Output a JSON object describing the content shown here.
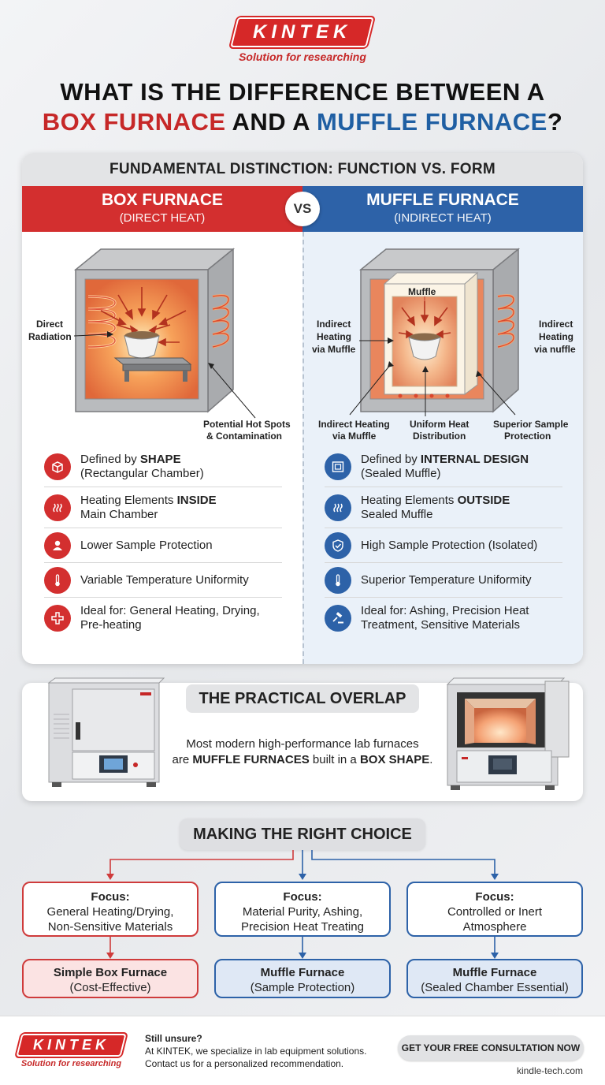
{
  "brand": {
    "name": "KINTEK",
    "tagline": "Solution for researching",
    "red": "#d32f2f",
    "blue": "#2d62a8"
  },
  "title": {
    "line1": "WHAT IS THE DIFFERENCE BETWEEN A",
    "box": "BOX FURNACE",
    "and": " AND A ",
    "muffle": "MUFFLE FURNACE",
    "q": "?"
  },
  "compare": {
    "heading": "FUNDAMENTAL DISTINCTION: FUNCTION VS. FORM",
    "vs": "VS",
    "left": {
      "name": "BOX FURNACE",
      "sub": "(DIRECT HEAT)",
      "labels": {
        "direct1": "Direct",
        "direct2": "Radiation",
        "hot1": "Potential Hot Spots",
        "hot2": "& Contamination"
      },
      "features": [
        {
          "pre": "Defined by ",
          "bold": "SHAPE",
          "rest": "",
          "line2": "(Rectangular Chamber)",
          "icon": "cube-icon"
        },
        {
          "pre": "Heating Elements ",
          "bold": "INSIDE",
          "rest": "",
          "line2": "Main Chamber",
          "icon": "heat-waves-icon"
        },
        {
          "pre": "Lower Sample Protection",
          "bold": "",
          "rest": "",
          "line2": "",
          "icon": "person-icon"
        },
        {
          "pre": "Variable Temperature Uniformity",
          "bold": "",
          "rest": "",
          "line2": "",
          "icon": "thermometer-icon"
        },
        {
          "pre": "Ideal for: General Heating, Drying,",
          "bold": "",
          "rest": "",
          "line2": "Pre-heating",
          "icon": "medical-cross-icon"
        }
      ]
    },
    "right": {
      "name": "MUFFLE FURNACE",
      "sub": "(INDIRECT HEAT)",
      "labels": {
        "muffle": "Muffle",
        "ind_l1": "Indirect",
        "ind_l2": "Heating",
        "ind_l3": "via Muffle",
        "ind_r1": "Indirect",
        "ind_r2": "Heating",
        "ind_r3": "via nuffle",
        "bl1": "Indirect Heating",
        "bl2": "via Muffle",
        "bm1": "Uniform Heat",
        "bm2": "Distribution",
        "br1": "Superior Sample",
        "br2": "Protection"
      },
      "features": [
        {
          "pre": "Defined by ",
          "bold": "INTERNAL DESIGN",
          "rest": "",
          "line2": "(Sealed Muffle)",
          "icon": "chamber-icon"
        },
        {
          "pre": "Heating Elements ",
          "bold": "OUTSIDE",
          "rest": "",
          "line2": "Sealed Muffle",
          "icon": "heat-waves-icon"
        },
        {
          "pre": "High Sample Protection (Isolated)",
          "bold": "",
          "rest": "",
          "line2": "",
          "icon": "shield-check-icon"
        },
        {
          "pre": "Superior Temperature Uniformity",
          "bold": "",
          "rest": "",
          "line2": "",
          "icon": "thermometer-icon"
        },
        {
          "pre": "Ideal for: Ashing, Precision Heat",
          "bold": "",
          "rest": "",
          "line2": "Treatment, Sensitive Materials",
          "icon": "gavel-icon"
        }
      ]
    }
  },
  "overlap": {
    "title": "THE PRACTICAL OVERLAP",
    "t1": "Most modern high-performance lab furnaces",
    "t2a": "are ",
    "t2b": "MUFFLE FURNACES",
    "t2c": " built in a ",
    "t2d": "BOX SHAPE",
    "t2e": "."
  },
  "choice": {
    "title": "MAKING THE RIGHT CHOICE",
    "focus": [
      {
        "label": "Focus:",
        "l1": "General Heating/Drying,",
        "l2": "Non-Sensitive Materials"
      },
      {
        "label": "Focus:",
        "l1": "Material Purity, Ashing,",
        "l2": "Precision Heat Treating"
      },
      {
        "label": "Focus:",
        "l1": "Controlled or Inert",
        "l2": "Atmosphere"
      }
    ],
    "results": [
      {
        "name": "Simple Box Furnace",
        "sub": "(Cost-Effective)"
      },
      {
        "name": "Muffle Furnace",
        "sub": "(Sample Protection)"
      },
      {
        "name": "Muffle Furnace",
        "sub": "(Sealed Chamber Essential)"
      }
    ]
  },
  "footer": {
    "q": "Still unsure?",
    "l1": "At KINTEK, we specialize in lab equipment solutions.",
    "l2": "Contact us for a personalized recommendation.",
    "cta": "GET YOUR FREE CONSULTATION NOW",
    "site": "kindle-tech.com"
  }
}
